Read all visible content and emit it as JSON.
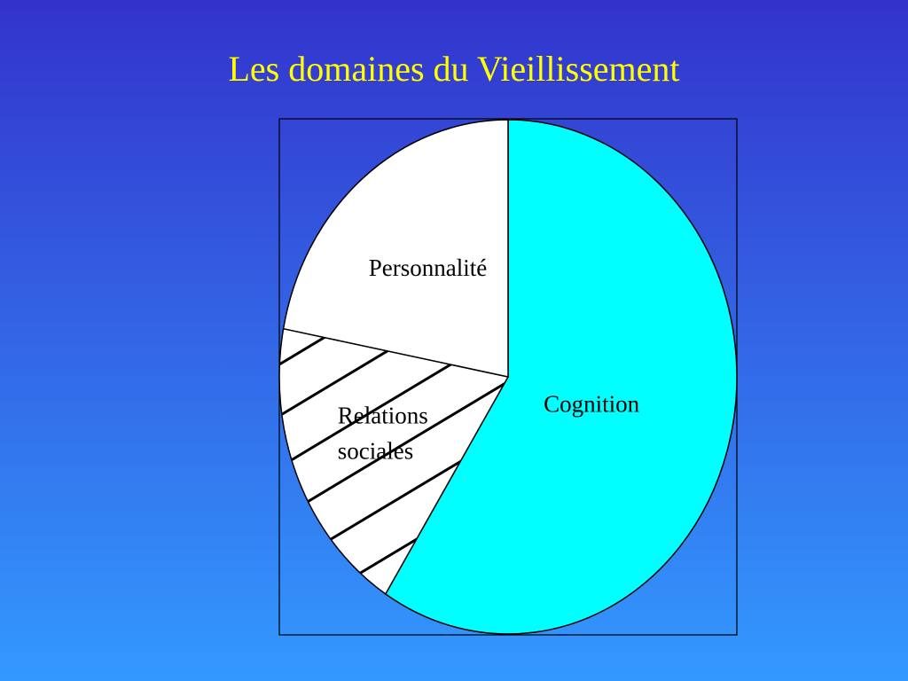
{
  "slide": {
    "title": "Les domaines du Vieillissement",
    "background_top": "#3333cc",
    "background_bottom": "#3399ff",
    "title_color": "#ffff00"
  },
  "chart_data": {
    "type": "pie",
    "title": "",
    "slices": [
      {
        "label": "Cognition",
        "lines": [
          "Cognition"
        ],
        "value": 59,
        "color": "#00ffff",
        "pattern": "solid"
      },
      {
        "label": "Relations sociales",
        "lines": [
          "Relations",
          "sociales"
        ],
        "value": 19,
        "color": "#ffffff",
        "pattern": "hatched"
      },
      {
        "label": "Personnalité",
        "lines": [
          "Personnalité"
        ],
        "value": 22,
        "color": "#ffffff",
        "pattern": "solid"
      }
    ],
    "start_angle": "top",
    "direction": "clockwise",
    "legend": "none",
    "frame": true
  }
}
